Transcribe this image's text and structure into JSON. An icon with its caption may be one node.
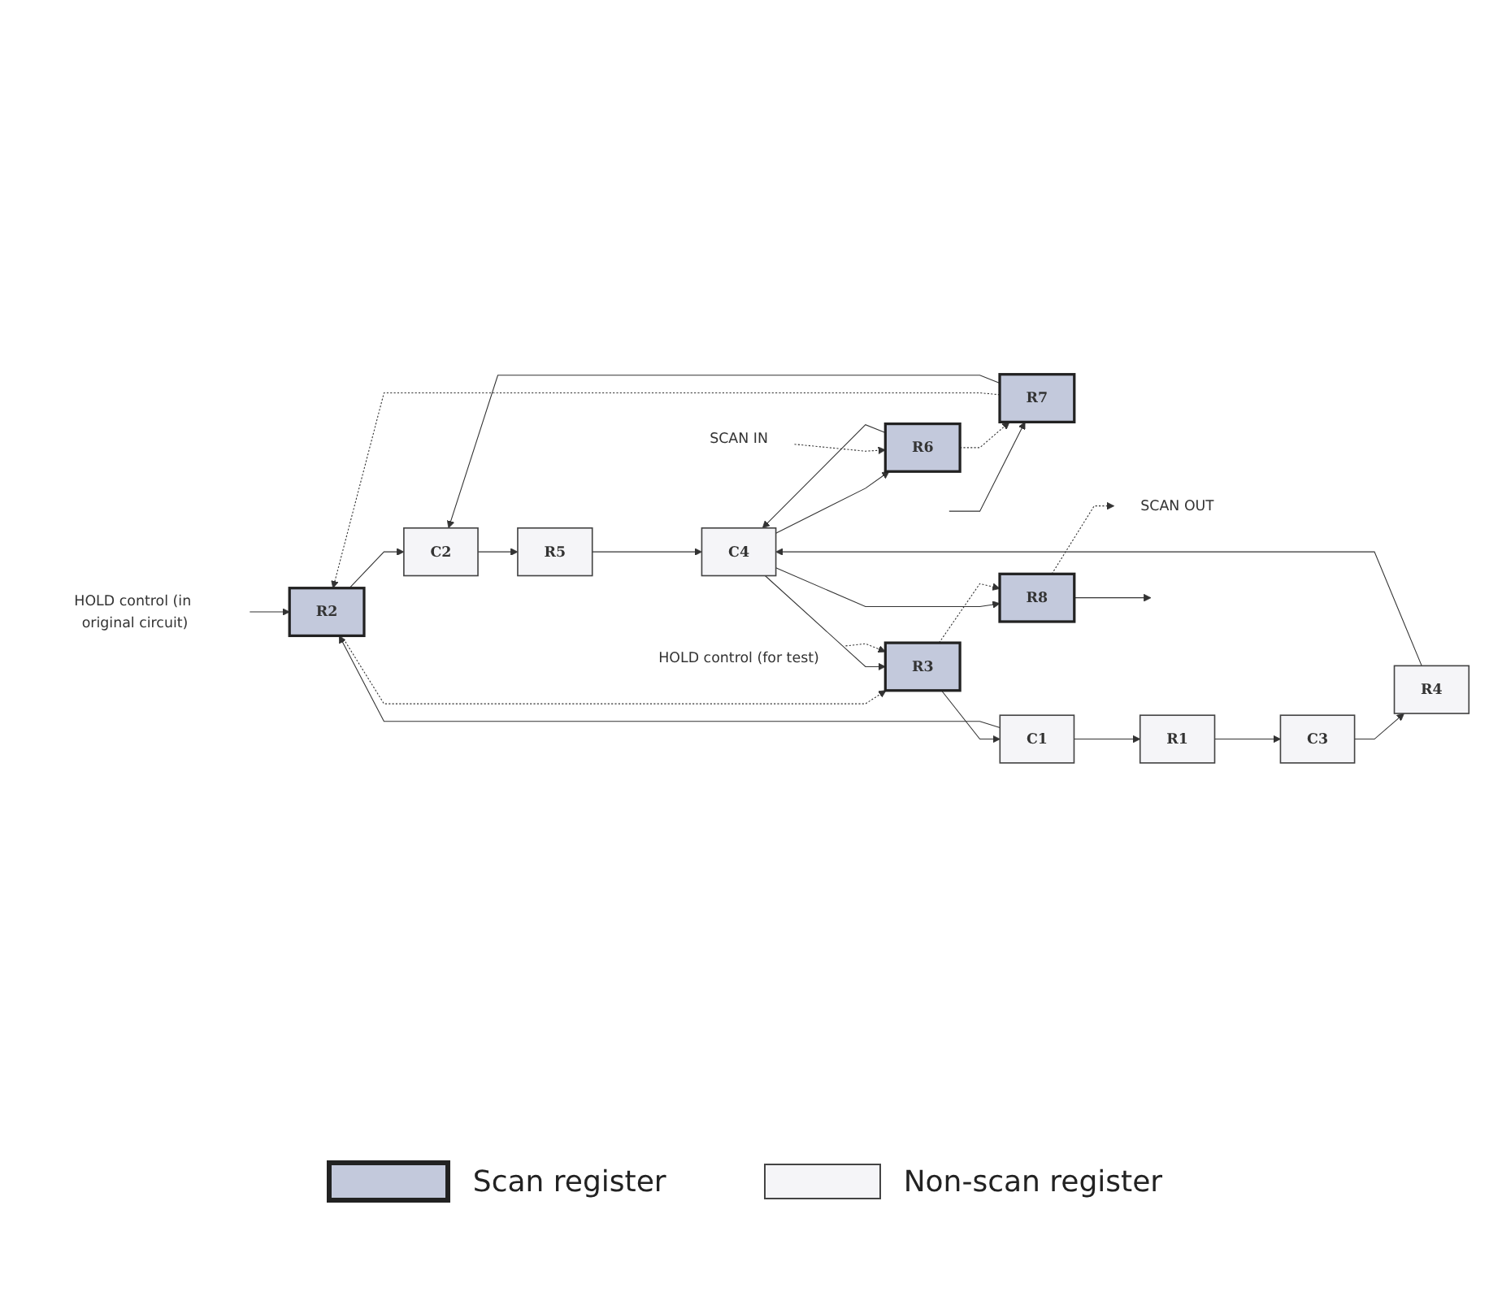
{
  "diagram": {
    "nodes": [
      {
        "text": [
          "HOLD control (in original circuit)"
        ]
      },
      {
        "text": [
          "SCAN OUT"
        ]
      },
      {
        "text": [
          "R7"
        ]
      },
      {
        "text": [
          "R2"
        ]
      },
      {
        "text": [
          "C2"
        ]
      },
      {
        "text": [
          "R5"
        ]
      },
      {
        "text": [
          "C4"
        ]
      },
      {
        "text": [
          "R8"
        ]
      },
      {
        "text": [
          "C1"
        ]
      },
      {
        "text": [
          "R1"
        ]
      },
      {
        "text": [
          "C3"
        ]
      },
      {
        "text": [
          "R4"
        ]
      },
      {
        "text": [
          "R6"
        ]
      },
      {
        "text": [
          "R3"
        ]
      },
      {
        "text": [
          "HOLD control (for test)"
        ]
      },
      {
        "text": [
          "SCAN IN"
        ]
      }
    ],
    "edges": [
      {
        "from": null,
        "to": 2,
        "arrow": "to"
      },
      {
        "from": 0,
        "to": 3,
        "arrow": "to"
      },
      {
        "from": 2,
        "to": 3,
        "arrow": "to",
        "style": "dashed"
      },
      {
        "from": 2,
        "to": 4,
        "arrow": "to"
      },
      {
        "from": 8,
        "to": 3,
        "arrow": "to"
      },
      {
        "from": 8,
        "to": 9,
        "arrow": "to"
      },
      {
        "from": 3,
        "to": 4,
        "arrow": "to"
      },
      {
        "from": 9,
        "to": 10,
        "arrow": "to"
      },
      {
        "from": 4,
        "to": 5,
        "arrow": "to"
      },
      {
        "from": 10,
        "to": 11,
        "arrow": "to"
      },
      {
        "from": 5,
        "to": 6,
        "arrow": "to"
      },
      {
        "from": 11,
        "to": 6,
        "arrow": "to"
      },
      {
        "from": 6,
        "to": 7,
        "arrow": "to"
      },
      {
        "from": 7,
        "to": null,
        "arrow": "to"
      },
      {
        "from": 7,
        "to": 1,
        "arrow": "to",
        "style": "dashed"
      },
      {
        "from": 3,
        "to": 13,
        "arrow": "to",
        "style": "dashed"
      },
      {
        "from": 12,
        "to": 2,
        "arrow": "to",
        "style": "dashed"
      },
      {
        "from": 12,
        "to": 6,
        "arrow": "to"
      },
      {
        "from": 6,
        "to": 12,
        "arrow": "to"
      },
      {
        "from": 6,
        "to": 13,
        "arrow": "to"
      },
      {
        "from": 13,
        "to": 8,
        "arrow": "to"
      },
      {
        "from": 14,
        "to": 13,
        "arrow": "to",
        "style": "dashed"
      },
      {
        "from": 15,
        "to": 12,
        "arrow": "to",
        "style": "dashed"
      },
      {
        "from": 13,
        "to": 7,
        "arrow": "to",
        "style": "dashed"
      }
    ],
    "legend": [
      {
        "text": "Scan register",
        "color": "#c3c9dc"
      },
      {
        "text": "Non-scan register",
        "color": "#f5f5f8"
      }
    ]
  }
}
